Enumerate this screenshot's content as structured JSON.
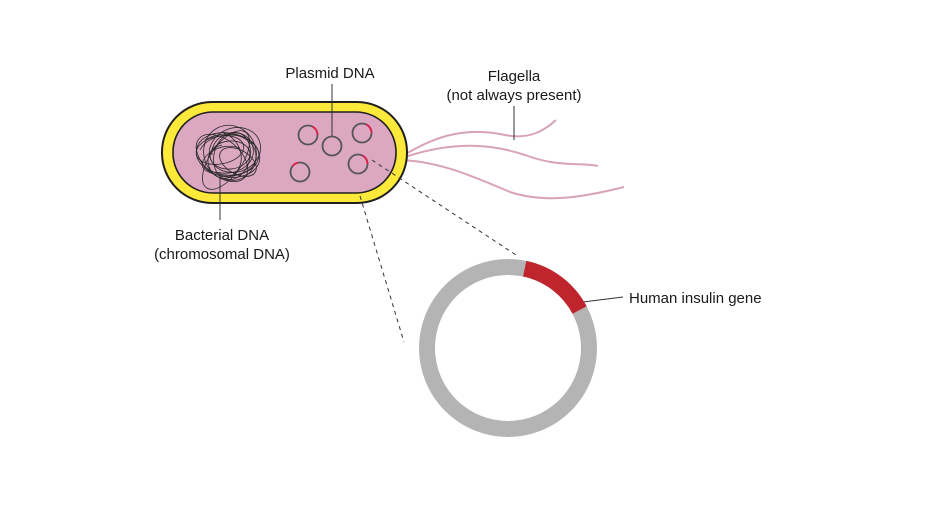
{
  "labels": {
    "plasmid": "Plasmid DNA",
    "flagella_line1": "Flagella",
    "flagella_line2": "(not always present)",
    "bacterial_line1": "Bacterial DNA",
    "bacterial_line2": "(chromosomal DNA)",
    "insulin": "Human insulin gene"
  },
  "colors": {
    "capsule": "#fce93a",
    "cytoplasm": "#dba7c1",
    "outline": "#1f1f1f",
    "plasmid_ring": "#b4b4b4",
    "insulin_gene": "#c0252d",
    "flagella": "#d9a3b6"
  }
}
